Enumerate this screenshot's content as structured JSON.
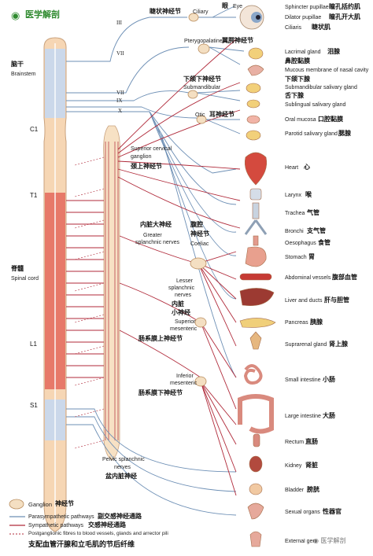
{
  "brand": {
    "title": "医学解剖",
    "icon": "wechat-icon",
    "watermark": "医学解剖"
  },
  "cns": {
    "brainstem_zh": "脑干",
    "brainstem_en": "Brainstem",
    "spinal_zh": "脊髓",
    "spinal_en": "Spinal cord",
    "levels": [
      "C1",
      "T1",
      "L1",
      "S1"
    ],
    "cranial_nerves": [
      "III",
      "VII",
      "VII",
      "IX",
      "X"
    ]
  },
  "eye": {
    "title_zh": "眼",
    "title_en": "Eye",
    "sphincter_en": "Sphincter pupillae",
    "sphincter_zh": "瞳孔括约肌",
    "dilator_en": "Dilator pupillae",
    "dilator_zh": "瞳孔开大肌",
    "ciliaris_en": "Ciliaris",
    "ciliaris_zh": "睫状肌"
  },
  "ganglia": {
    "ciliary_zh": "睫状神经节",
    "ciliary_en": "Ciliary",
    "pterygo_en": "Pterygopalatine",
    "pterygo_zh": "翼腭神经节",
    "submand_zh": "下颌下神经节",
    "submand_en": "Submandibular",
    "otic_en": "Otic",
    "otic_zh": "耳神经节",
    "supcerv_en1": "Superior cervical",
    "supcerv_en2": "ganglion",
    "supcerv_zh": "颈上神经节",
    "greater_zh": "内脏大神经",
    "greater_en1": "Greater",
    "greater_en2": "splanchnic nerves",
    "coeliac_zh1": "腹腔",
    "coeliac_zh2": "神经节",
    "coeliac_en": "Coeliac",
    "lesser_en1": "Lesser",
    "lesser_en2": "splanchnic",
    "lesser_en3": "nerves",
    "lesser_zh1": "内脏",
    "lesser_zh2": "小神经",
    "supmes_en1": "Superior",
    "supmes_en2": "mesenteric",
    "supmes_zh": "肠系膜上神经节",
    "infmes_en1": "Inferior",
    "infmes_en2": "mesenteric",
    "infmes_zh": "肠系膜下神经节",
    "pelvic_en1": "Pelvic splanchnic",
    "pelvic_en2": "nerves",
    "pelvic_zh": "盆内脏神经"
  },
  "organs": [
    {
      "en": "Lacrimal gland",
      "zh": "泪腺"
    },
    {
      "en": "Mucous membrane of nasal cavity",
      "zh": "鼻腔黏膜"
    },
    {
      "en": "Submandibular salivary gland",
      "zh": "下颌下腺"
    },
    {
      "en": "Sublingual salivary gland",
      "zh": "舌下腺"
    },
    {
      "en": "Oral mucosa",
      "zh": "口腔黏膜"
    },
    {
      "en": "Parotid salivary gland",
      "zh": "腮腺"
    },
    {
      "en": "Heart",
      "zh": "心"
    },
    {
      "en": "Larynx",
      "zh": "喉"
    },
    {
      "en": "Trachea",
      "zh": "气管"
    },
    {
      "en": "Bronchi",
      "zh": "支气管"
    },
    {
      "en": "Oesophagus",
      "zh": "食管"
    },
    {
      "en": "Stomach",
      "zh": "胃"
    },
    {
      "en": "Abdominal vessels",
      "zh": "腹部血管"
    },
    {
      "en": "Liver and ducts",
      "zh": "肝与胆管"
    },
    {
      "en": "Pancreas",
      "zh": "胰腺"
    },
    {
      "en": "Suprarenal gland",
      "zh": "肾上腺"
    },
    {
      "en": "Small intestine",
      "zh": "小肠"
    },
    {
      "en": "Large intestine",
      "zh": "大肠"
    },
    {
      "en": "Rectum",
      "zh": "直肠"
    },
    {
      "en": "Kidney",
      "zh": "肾脏"
    },
    {
      "en": "Bladder",
      "zh": "膀胱"
    },
    {
      "en": "Sexual organs",
      "zh": "性器官"
    },
    {
      "en": "External genitalia",
      "zh": ""
    }
  ],
  "legend": {
    "ganglion_en": "Ganglion",
    "ganglion_zh": "神经节",
    "para_en": "Parasympathetic pathways",
    "para_zh": "副交感神经通路",
    "symp_en": "Sympathetic pathways",
    "symp_zh": "交感神经通路",
    "post_en": "Postganglionic fibres to blood vessels, glands and arrector pili",
    "post_zh": "支配血管汗腺和立毛肌的节后纤维"
  },
  "colors": {
    "para": "#6d8fb5",
    "symp": "#b02a3a",
    "spine_red": "#e4685c",
    "spine_peach": "#f6d3b0",
    "brain_blue": "#c7d8ef",
    "ganglion": "#f4dfc2"
  }
}
